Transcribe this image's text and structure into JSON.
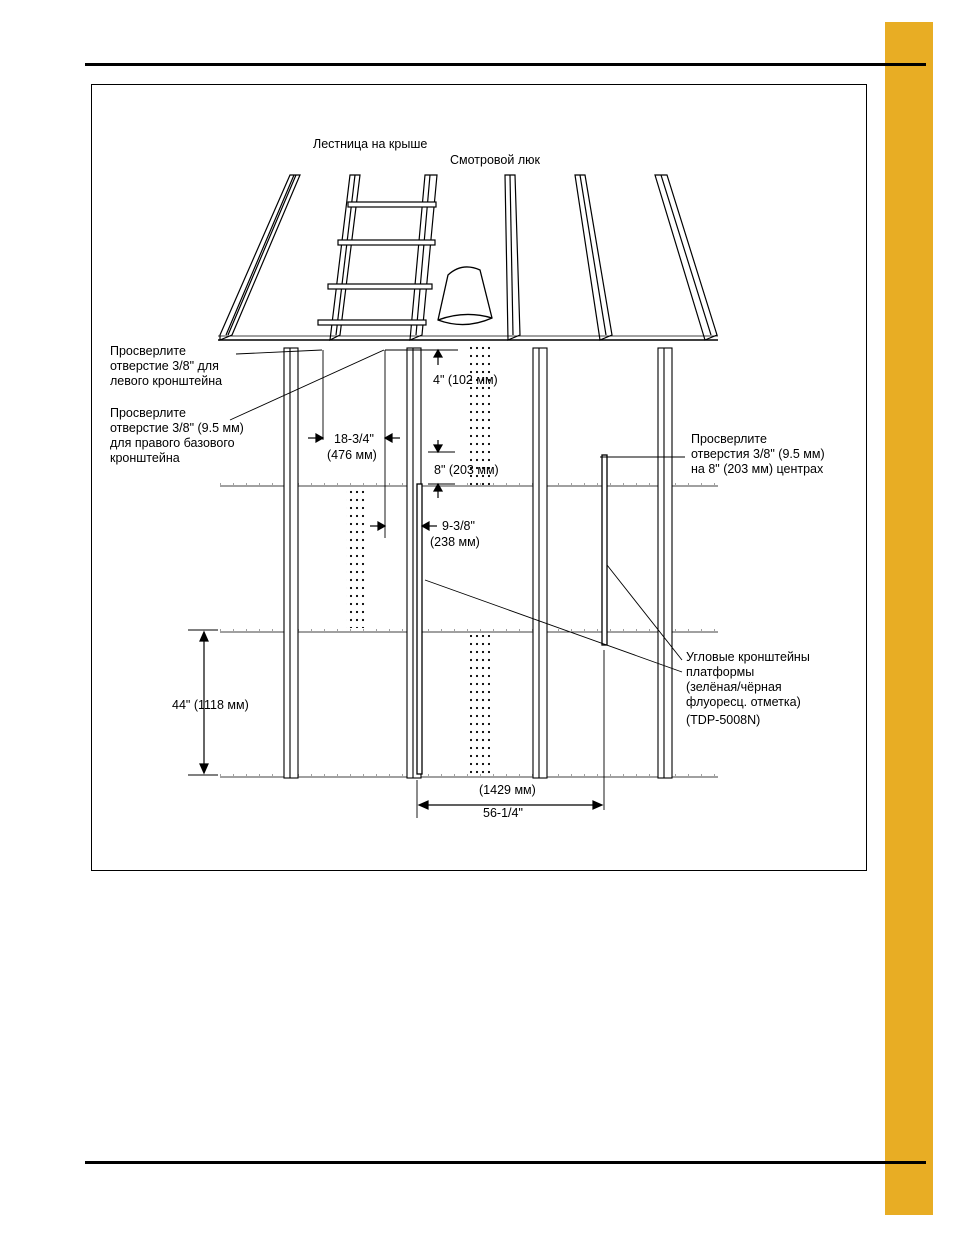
{
  "colors": {
    "tab": "#e8ad24",
    "line": "#000000"
  },
  "figure": {
    "roof_ladder": "Лестница на крыше",
    "inspection_hatch": "Смотровой люк",
    "left_bracket_hole": [
      "Просверлите",
      "отверстие 3/8\" для",
      "левого кронштейна"
    ],
    "right_bracket_hole": [
      "Просверлите",
      "отверстие 3/8\" (9.5 мм)",
      "для правого базового",
      "кронштейна"
    ],
    "holes_on_centers": [
      "Просверлите",
      "отверстия 3/8\" (9.5 мм)",
      "на 8\" (203 мм) центрах"
    ],
    "dim_4": "4\" (102 мм)",
    "dim_18_3_4": "18-3/4\"",
    "dim_476": "(476 мм)",
    "dim_8": "8\" (203 мм)",
    "dim_9_3_8": "9-3/8\"",
    "dim_238": "(238 мм)",
    "angle_brackets": [
      "Угловые кронштейны",
      "платформы",
      "(зелёная/чёрная",
      "флуоресц. отметка)",
      "(TDP-5008N)"
    ],
    "dim_44": "44\" (1118 мм)",
    "dim_1429": "(1429 мм)",
    "dim_56_1_4": "56-1/4\""
  }
}
